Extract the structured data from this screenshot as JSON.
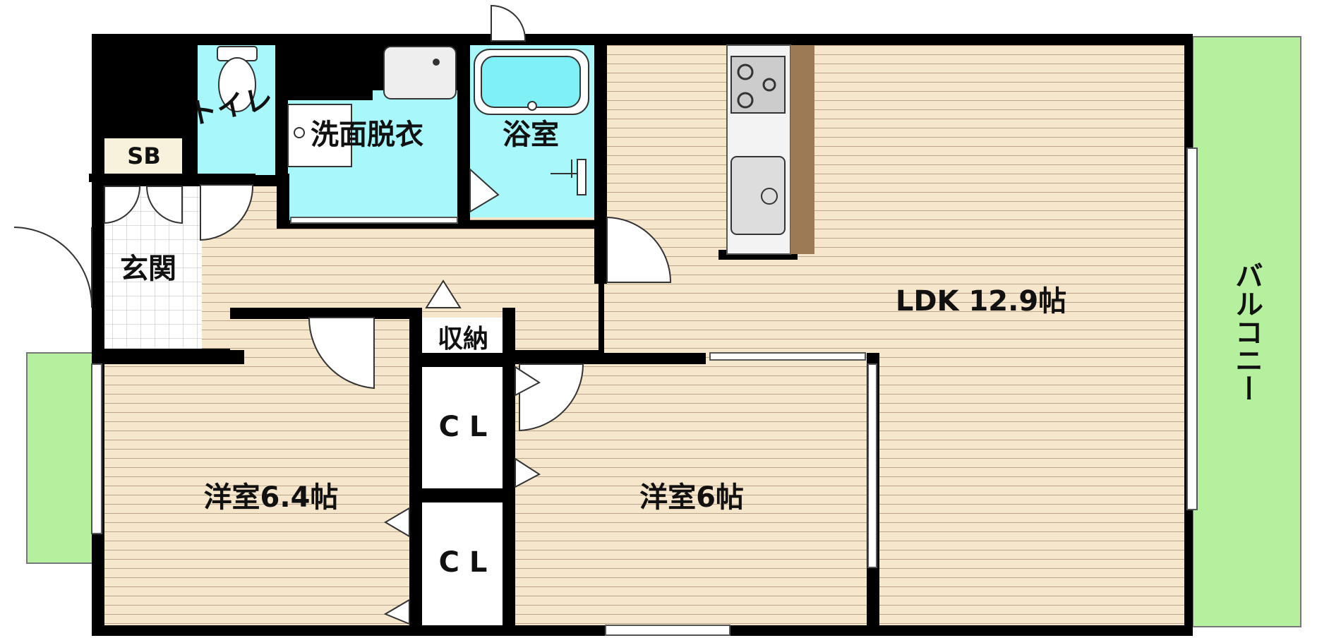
{
  "plan": {
    "rooms": {
      "toilet": "トイレ",
      "washroom": "洗面脱衣",
      "bath": "浴室",
      "sb": "SB",
      "entrance": "玄関",
      "storage": "収納",
      "ldk": "LDK 12.9帖",
      "balcony": "バルコニー",
      "western_left": "洋室6.4帖",
      "western_right": "洋室6帖",
      "closet_upper": "C L",
      "closet_lower": "C L"
    },
    "colors": {
      "wall": "#000000",
      "floor_wood": "#f6e6cc",
      "wet_area": "#a8f7fb",
      "balcony": "#b5f09f",
      "counter": "#9c7a56",
      "tile": "#ffffff"
    }
  }
}
